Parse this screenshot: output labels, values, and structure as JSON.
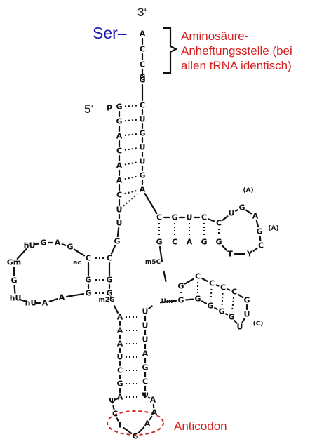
{
  "colors": {
    "ink": "#111111",
    "blue": "#1a1aa8",
    "red": "#d42020"
  },
  "labels": {
    "three_prime": "3‘",
    "five_prime": "5‘",
    "amino_acid": "Ser–",
    "attachment_site": [
      "Aminosäure-",
      "Anheftungsstelle (bei",
      "allen tRNA identisch)"
    ],
    "anticodon": "Anticodon"
  },
  "acceptor_tail": [
    "A",
    "C",
    "C"
  ],
  "acceptor_stem": {
    "five_prime_mark": "p",
    "left": [
      "G",
      "G",
      "A",
      "C",
      "A",
      "A",
      "C",
      "U"
    ],
    "right": [
      "G",
      "C",
      "U",
      "G",
      "U",
      "U",
      "G",
      "A"
    ],
    "spacer": "G"
  },
  "d_arm": {
    "linker": [
      "U",
      "G"
    ],
    "stem_inner": [
      "C",
      "G",
      "G"
    ],
    "stem_outer": [
      "C",
      "G",
      "G"
    ],
    "loop": [
      "G",
      "A",
      "G",
      "hU",
      "Gm",
      "G",
      "hU",
      "hU",
      "A",
      "A"
    ],
    "modification": "ac"
  },
  "t_arm": {
    "stem_top": [
      "C",
      "G",
      "U",
      "C",
      "C"
    ],
    "stem_bottom": [
      "G",
      "C",
      "A",
      "G",
      "G"
    ],
    "loop": [
      "U",
      "G",
      "A",
      "G",
      "C",
      "Y",
      "T"
    ],
    "optional": "(A)",
    "modification": "m5C"
  },
  "variable_arm": {
    "stem_top": [
      "G",
      "C",
      "C",
      "C",
      "C"
    ],
    "stem_bottom": [
      "G",
      "G",
      "G",
      "G",
      "G"
    ],
    "loop": [
      "G",
      "U",
      "U"
    ],
    "prefix": "Um",
    "optional": "(C)"
  },
  "anticodon_arm": {
    "stem_left": [
      "A",
      "A",
      "A",
      "U",
      "C",
      "G",
      "A"
    ],
    "stem_right": [
      "U",
      "U",
      "U",
      "A",
      "G",
      "C",
      "Ψ"
    ],
    "loop": [
      "Ψ",
      "C",
      "I",
      "G",
      "A",
      "A",
      "A"
    ],
    "modification": "m2G"
  }
}
